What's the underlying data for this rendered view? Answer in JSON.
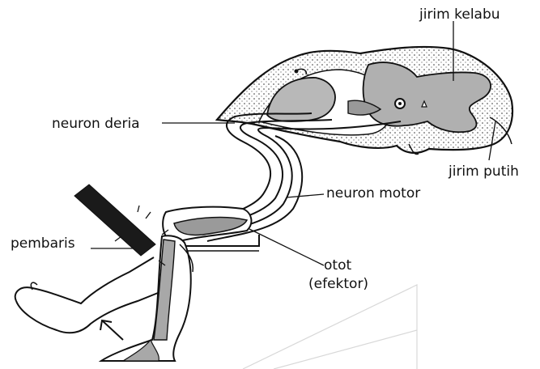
{
  "labels": {
    "grey_matter": "jirim kelabu",
    "white_matter": "jirim putih",
    "sensory_neuron": "neuron deria",
    "motor_neuron": "neuron motor",
    "ruler": "pembaris",
    "muscle": "otot",
    "effector": "(efektor)"
  }
}
